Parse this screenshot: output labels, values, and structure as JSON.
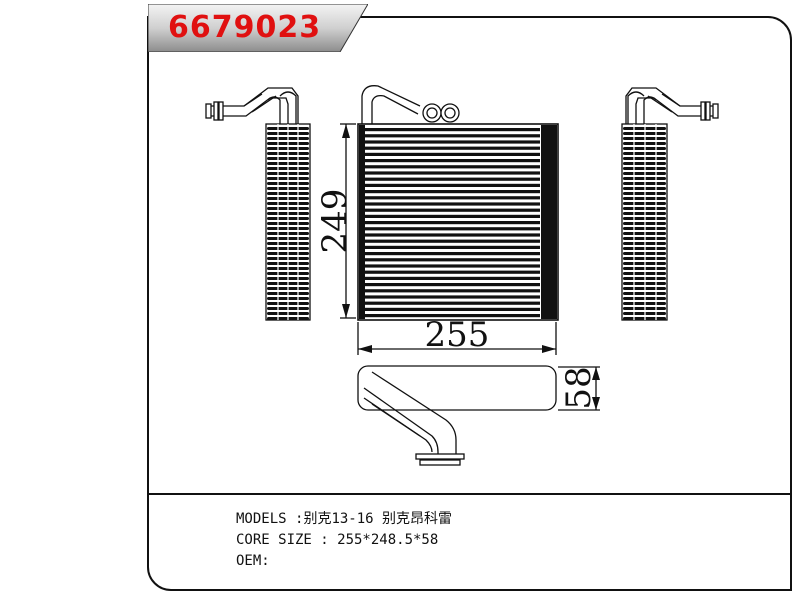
{
  "header": {
    "part_number": "6679023",
    "part_number_color": "#e01010"
  },
  "drawing": {
    "dimension_width": "255",
    "dimension_height": "249",
    "dimension_depth": "58"
  },
  "specs": {
    "models_label": "MODELS",
    "models_value": ":别克13-16 别克昂科雷",
    "core_size_label": "CORE SIZE",
    "core_size_value": " : 255*248.5*58",
    "oem_label": "OEM:",
    "oem_value": ""
  }
}
